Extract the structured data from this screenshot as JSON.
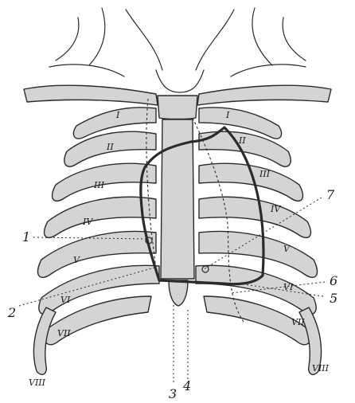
{
  "rib_labels_left": [
    "I",
    "II",
    "III",
    "IV",
    "V",
    "VI",
    "VII",
    "VIII"
  ],
  "rib_labels_right": [
    "I",
    "II",
    "III",
    "IV",
    "V",
    "VI",
    "VII",
    "VIII"
  ],
  "callouts": [
    "1",
    "2",
    "3",
    "4",
    "5",
    "6",
    "7"
  ]
}
